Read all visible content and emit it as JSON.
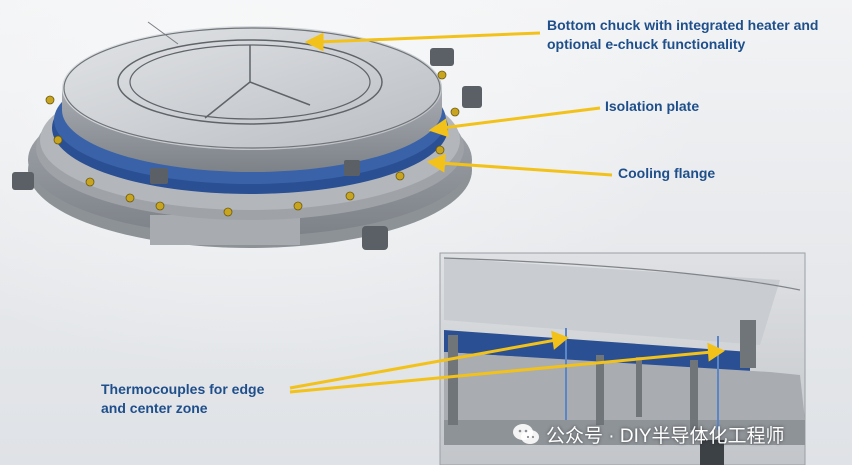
{
  "labels": {
    "chuck": "Bottom chuck with integrated heater and optional e-chuck functionality",
    "isolation": "Isolation plate",
    "cooling": "Cooling flange",
    "thermo": "Thermocouples for edge and center zone"
  },
  "watermark": {
    "text": "公众号 · DIY半导体化工程师",
    "icon": "wechat-icon"
  },
  "colors": {
    "label": "#1f4f8b",
    "arrow": "#f2c21a",
    "metal": "#c9ccd0",
    "insulator": "#2a4f92"
  }
}
